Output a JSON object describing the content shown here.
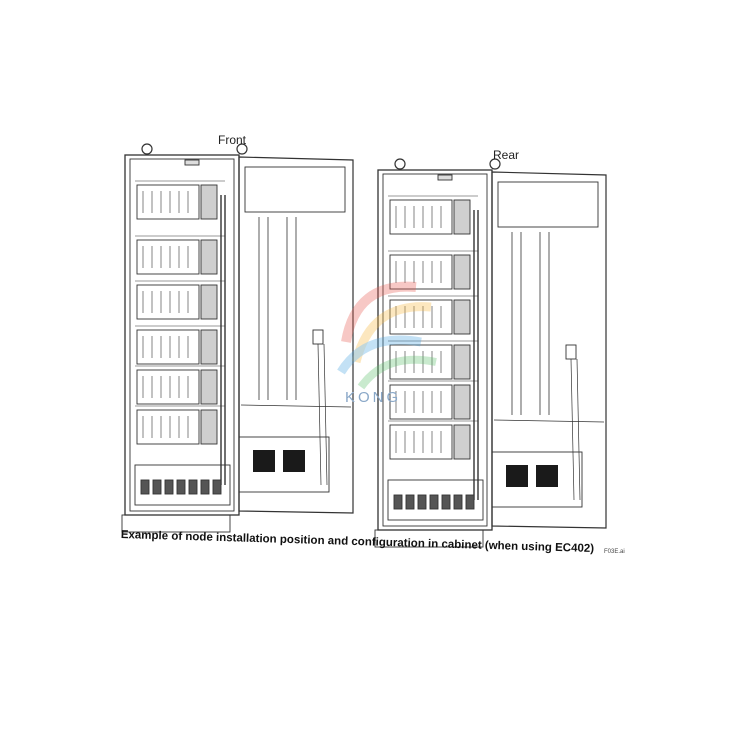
{
  "labels": {
    "front": "Front",
    "rear": "Rear",
    "caption": "Example of node installation position and configuration in cabinet (when using EC402)",
    "file_ref": "F03E.ai"
  },
  "watermark": {
    "text": "KONG",
    "colors": [
      "#e8584f",
      "#f6b73c",
      "#4aa3df",
      "#5bbf6a"
    ]
  },
  "colors": {
    "line": "#333333",
    "fill": "#ffffff",
    "fan": "#1a1a1a"
  },
  "icons": [
    "lifting-eye-icon",
    "fan-icon",
    "terminal-icon"
  ]
}
